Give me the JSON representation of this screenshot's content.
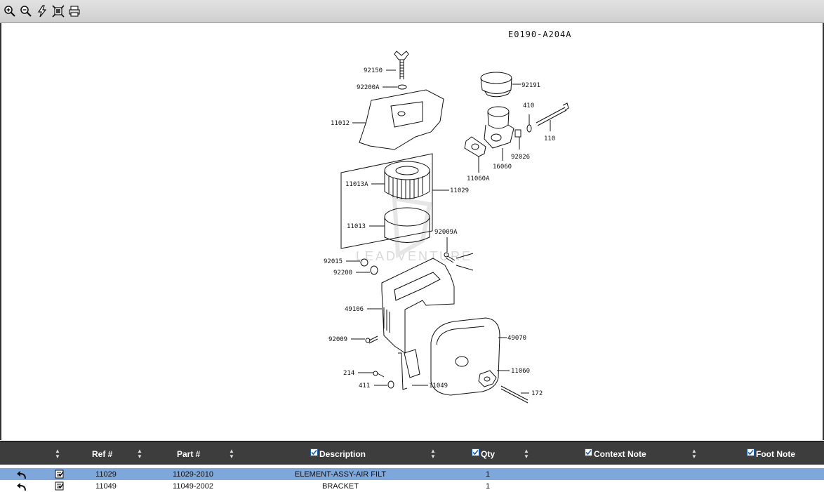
{
  "toolbar": {
    "buttons": [
      {
        "name": "zoom-in-icon"
      },
      {
        "name": "zoom-out-icon"
      },
      {
        "name": "lightning-icon"
      },
      {
        "name": "fit-page-icon"
      },
      {
        "name": "print-icon"
      }
    ]
  },
  "diagram": {
    "code": "E0190-A204A",
    "watermark": "LEADVENTURE",
    "labels": {
      "p92150": "92150",
      "p92200A": "92200A",
      "p11012": "11012",
      "p92191": "92191",
      "p410": "410",
      "p110": "110",
      "p92026": "92026",
      "p16060": "16060",
      "p11060A": "11060A",
      "p11013A": "11013A",
      "p11029": "11029",
      "p11013": "11013",
      "p92009A": "92009A",
      "p92015": "92015",
      "p92200": "92200",
      "p49106": "49106",
      "p92009": "92009",
      "p49070": "49070",
      "p214": "214",
      "p411": "411",
      "p11049": "11049",
      "p11060": "11060",
      "p172": "172"
    }
  },
  "grid": {
    "headers": {
      "ref": "Ref #",
      "part": "Part #",
      "description": "Description",
      "qty": "Qty",
      "context_note": "Context Note",
      "foot_note": "Foot Note"
    },
    "rows": [
      {
        "ref": "11029",
        "part": "11029-2010",
        "description": "ELEMENT-ASSY-AIR FILT",
        "qty": "1",
        "context_note": "",
        "foot_note": ""
      },
      {
        "ref": "11049",
        "part": "11049-2002",
        "description": "BRACKET",
        "qty": "1",
        "context_note": "",
        "foot_note": ""
      }
    ]
  },
  "colors": {
    "toolbar_bg": "#d6d6d6",
    "header_bg": "#3d3d3d",
    "selected_row": "#7ea7dc"
  }
}
